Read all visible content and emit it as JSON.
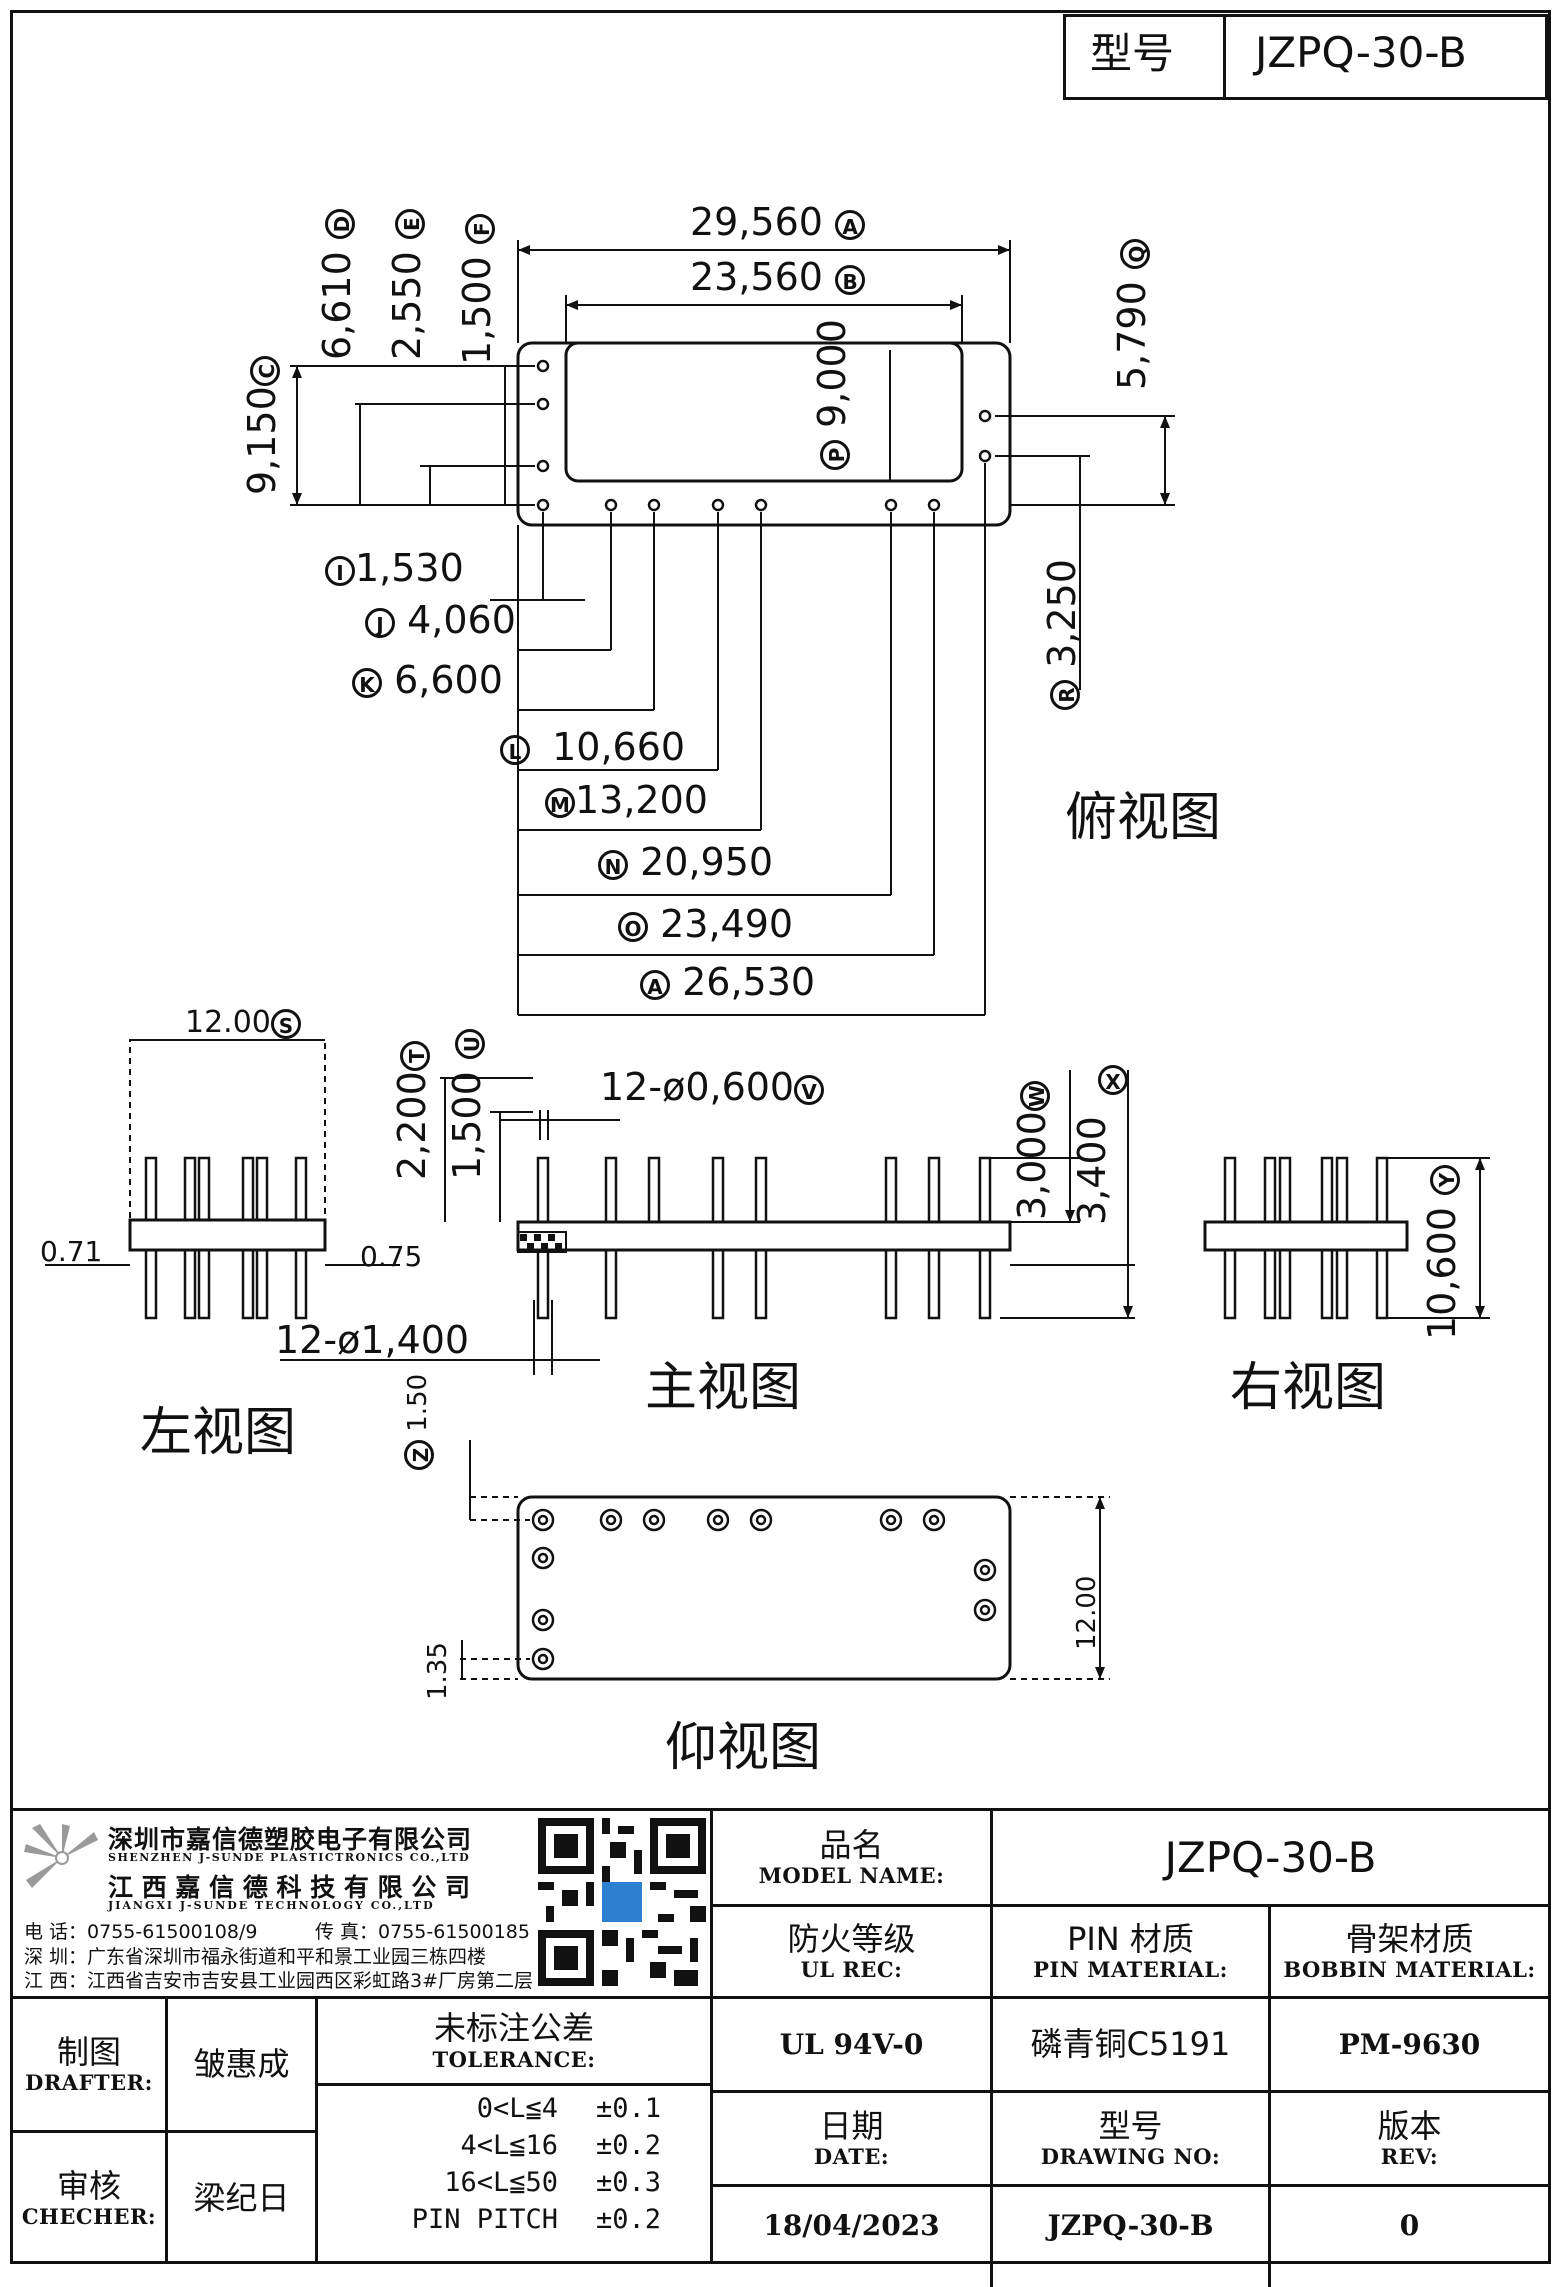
{
  "header": {
    "model_label": "型号",
    "model_value": "JZPQ-30-B"
  },
  "views": {
    "top": "俯视图",
    "front": "主视图",
    "left": "左视图",
    "right": "右视图",
    "bottom": "仰视图"
  },
  "dims": {
    "top_width": "29,560",
    "top_width_tag": "A",
    "inner_width": "23,560",
    "inner_width_tag": "B",
    "h_6610": "6,610",
    "h_6610_tag": "D",
    "h_2550": "2,550",
    "h_2550_tag": "E",
    "h_1500": "1,500",
    "h_1500_tag": "F",
    "h_9150": "9,150",
    "h_9150_tag": "C",
    "h_9000": "9,000",
    "h_9000_tag": "P",
    "h_5790": "5,790",
    "h_5790_tag": "Q",
    "h_3250": "3,250",
    "h_3250_tag": "R",
    "x_1530": "1,530",
    "x_1530_tag": "I",
    "x_4060": "4,060",
    "x_4060_tag": "J",
    "x_6600": "6,600",
    "x_6600_tag": "K",
    "x_10660": "10,660",
    "x_10660_tag": "L",
    "x_13200": "13,200",
    "x_13200_tag": "M",
    "x_20950": "20,950",
    "x_20950_tag": "N",
    "x_23490": "23,490",
    "x_23490_tag": "O",
    "x_26530": "26,530",
    "x_26530_tag": "A",
    "side_width": "12.00",
    "side_width_tag": "S",
    "side_071": "0.71",
    "side_075": "0.75",
    "pin_dia": "12-ø1,400",
    "pin_small": "12-ø0,600",
    "pin_small_tag": "V",
    "f_2200": "2,200",
    "f_2200_tag": "T",
    "f_1500": "1,500",
    "f_1500_tag": "U",
    "f_3000": "3,000",
    "f_3000_tag": "W",
    "f_3400": "3,400",
    "f_3400_tag": "X",
    "f_10600": "10,600",
    "f_10600_tag": "Y",
    "b_150": "1.50",
    "b_150_tag": "Z",
    "b_135": "1.35",
    "b_1200": "12.00"
  },
  "company": {
    "name_sz": "深圳市嘉信德塑胶电子有限公司",
    "name_sz_en": "SHENZHEN J-SUNDE PLASTICTRONICS CO.,LTD",
    "name_jx": "江 西 嘉 信 德 科 技 有 限 公 司",
    "name_jx_en": "JIANGXI J-SUNDE TECHNOLOGY CO.,LTD",
    "tel": "电 话：0755-61500108/9",
    "fax": "传 真：0755-61500185",
    "addr_sz": "深 圳：广东省深圳市福永街道和平和景工业园三栋四楼",
    "addr_jx": "江 西：江西省吉安市吉安县工业园西区彩虹路3#厂房第二层"
  },
  "table": {
    "model_name_cn": "品名",
    "model_name_en": "MODEL NAME:",
    "model_name_val": "JZPQ-30-B",
    "ul_cn": "防火等级",
    "ul_en": "UL REC:",
    "ul_val": "UL 94V-0",
    "pin_cn": "PIN 材质",
    "pin_en": "PIN MATERIAL:",
    "pin_val": "磷青铜C5191",
    "bobbin_cn": "骨架材质",
    "bobbin_en": "BOBBIN MATERIAL:",
    "bobbin_val": "PM-9630",
    "drafter_cn": "制图",
    "drafter_en": "DRAFTER:",
    "drafter_val": "皱惠成",
    "checker_cn": "审核",
    "checker_en": "CHECHER:",
    "checker_val": "梁纪日",
    "tol_cn": "未标注公差",
    "tol_en": "TOLERANCE:",
    "tol_rows": [
      {
        "range": "0<L≦4",
        "val": "±0.1"
      },
      {
        "range": "4<L≦16",
        "val": "±0.2"
      },
      {
        "range": "16<L≦50",
        "val": "±0.3"
      },
      {
        "range": "PIN PITCH",
        "val": "±0.2"
      }
    ],
    "date_cn": "日期",
    "date_en": "DATE:",
    "date_val": "18/04/2023",
    "drawing_cn": "型号",
    "drawing_en": "DRAWING NO:",
    "drawing_val": "JZPQ-30-B",
    "rev_cn": "版本",
    "rev_en": "REV:",
    "rev_val": "0"
  }
}
